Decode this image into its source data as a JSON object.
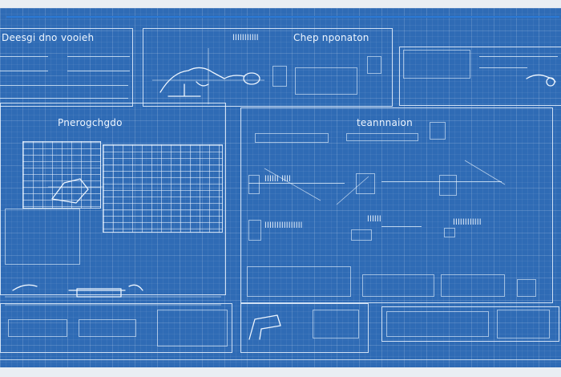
{
  "panels": {
    "top_left_title": "Deesgi dno",
    "top_left_subtitle": "vooieh",
    "top_mid_label_a": "lllllllllll",
    "top_mid_label_b": "Chep nponaton",
    "left_mid_title": "Pnerogchgdo",
    "center_mid_title": "teannnaion",
    "row_label_a": "llllll llll",
    "row_label_b": "llllllllllllllll",
    "row_label_c": "llllll",
    "row_label_d": "llllllllllll"
  },
  "colors": {
    "blueprint_bg": "#2f6bb5",
    "line": "#eef6ff",
    "accent_line": "#2a78d4"
  }
}
